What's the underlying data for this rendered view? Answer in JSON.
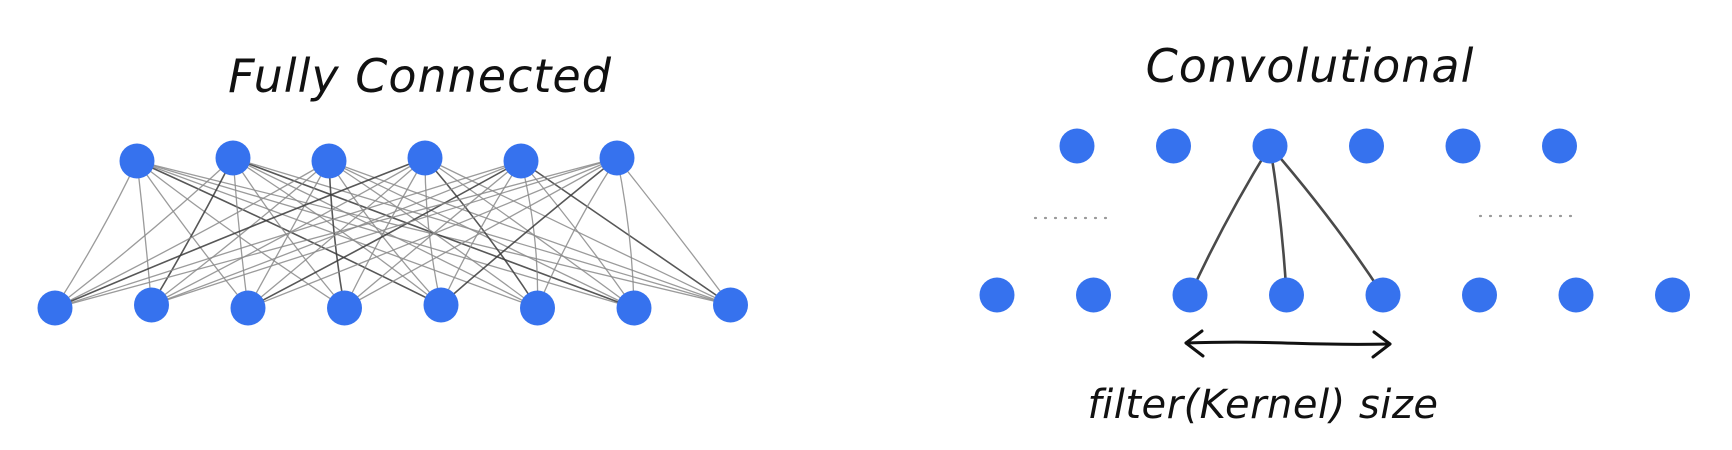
{
  "fully_connected": {
    "title": "Fully Connected",
    "top_nodes": 6,
    "bottom_nodes": 8
  },
  "convolutional": {
    "title": "Convolutional",
    "top_nodes": 6,
    "bottom_nodes": 8,
    "kernel_size": 3,
    "kernel_label": "filter(Kernel) size"
  },
  "colors": {
    "node": "#3672ee",
    "edge": "#8a8a8a",
    "text": "#111111"
  }
}
